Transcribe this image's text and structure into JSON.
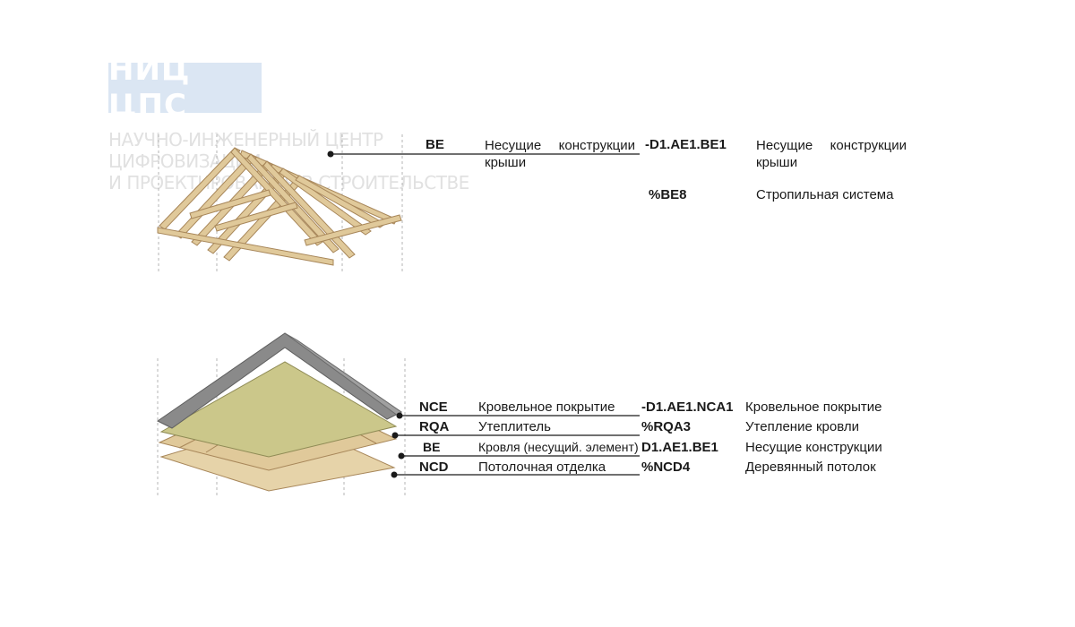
{
  "watermark": {
    "logo": "НИЦ ЦПС",
    "line1": "НАУЧНО-ИНЖЕНЕРНЫЙ ЦЕНТР ЦИФРОВИЗАЦИИ",
    "line2": "И ПРОЕКТИРОВАНИЯ В СТРОИТЕЛЬСТВЕ"
  },
  "top_table": {
    "code": "BE",
    "name": "Несущие конструкции крыши",
    "designation": "-D1.AE1.BE1",
    "description": "Несущие конструкции крыши",
    "sub_designation": "%BE8",
    "sub_description": "Стропильная система"
  },
  "bottom_table": [
    {
      "code": "NCE",
      "name": "Кровельное покрытие",
      "designation": "-D1.AE1.NCA1",
      "description": "Кровельное покрытие"
    },
    {
      "code": "RQA",
      "name": "Утеплитель",
      "designation": "%RQA3",
      "description": "Утепление кровли"
    },
    {
      "code": "BE",
      "name": "Кровля (несущий. элемент)",
      "designation": "D1.AE1.BE1",
      "description": "Несущие конструкции"
    },
    {
      "code": "NCD",
      "name": "Потолочная отделка",
      "designation": "%NCD4",
      "description": "Деревянный потолок"
    }
  ],
  "colors": {
    "timber": "#e0c99a",
    "timber_edge": "#a8875a",
    "roofing": "#8a8a8a",
    "insulation": "#cbc78a",
    "leader": "#1a1a1a"
  }
}
